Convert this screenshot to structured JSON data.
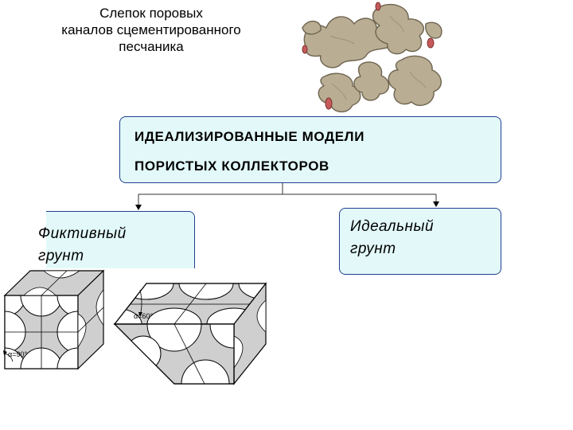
{
  "caption": {
    "lines": [
      "Слепок поровых",
      "каналов сцементированного",
      "песчаника"
    ]
  },
  "main_box": {
    "line1": "ИДЕАЛИЗИРОВАННЫЕ МОДЕЛИ",
    "line2": "ПОРИСТЫХ КОЛЛЕКТОРОВ"
  },
  "left_box": {
    "line1": "Фиктивный",
    "line2": "грунт"
  },
  "right_box": {
    "line1": "Идеальный",
    "line2": "грунт"
  },
  "angles": {
    "cube": "α=90°",
    "rhombus": "α=60°"
  },
  "colors": {
    "box_fill": "#e3f9f9",
    "box_border": "#1f3f8f",
    "grain_fill": "#cfcfcf",
    "pore_cast": "#b9ad93"
  }
}
